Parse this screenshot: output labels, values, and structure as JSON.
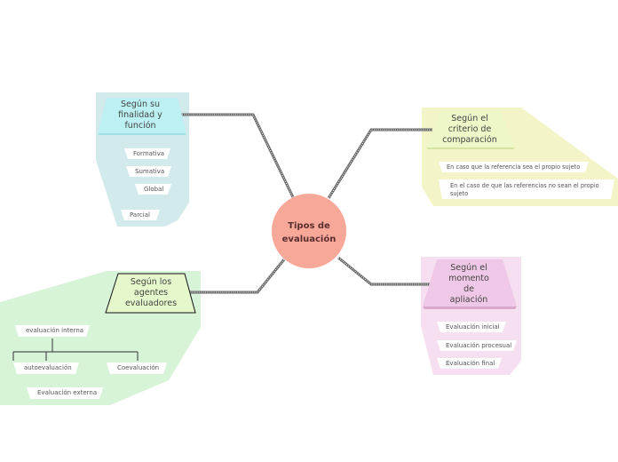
{
  "colors": {
    "center": "#f7a898",
    "teal_region": "#d3eaec",
    "yellow_region": "#f3f4c8",
    "pink_region": "#f5dff0",
    "green_region": "#d7f3d8",
    "connector": "#555555"
  },
  "center": {
    "label": "Tipos de evaluación"
  },
  "branches": {
    "finalidad": {
      "title": "Según su finalidad y función",
      "items": [
        "Formativa",
        "Sumativa",
        "Global",
        "Parcial"
      ]
    },
    "criterio": {
      "title": "Según el criterio de comparación",
      "items": [
        "En caso que la referencia sea el propio sujeto",
        "En el caso de que las referencias no sean el propio sujeto"
      ]
    },
    "momento": {
      "title": "Según el momento de apliación",
      "items": [
        "Evaluación inicial",
        "Evaluación procesual",
        "Evaluación final"
      ]
    },
    "agentes": {
      "title": "Según los agentes evaluadores",
      "items": [
        "evaluación interna",
        "autoevaluación",
        "Coevaluación",
        "Evaluación externa"
      ]
    }
  }
}
